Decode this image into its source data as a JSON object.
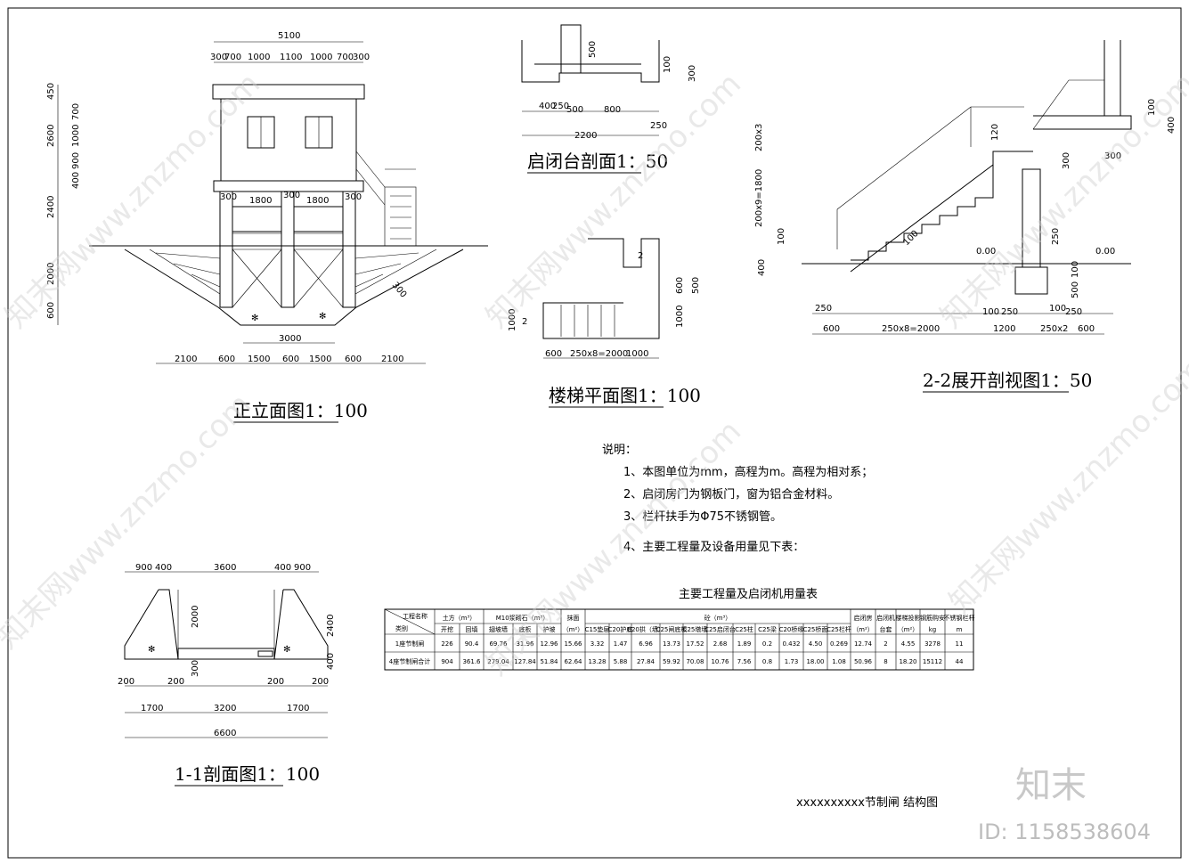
{
  "titles": {
    "front_elevation": "正立面图1：100",
    "hoist_platform_section": "启闭台剖面1：50",
    "stair_plan": "楼梯平面图1：100",
    "section_2_2": "2-2展开剖视图1：50",
    "section_1_1": "1-1剖面图1：100",
    "drawing_title": "xxxxxxxxxx节制闸 结构图"
  },
  "front_elevation_dims": {
    "top_total": "5100",
    "top_parts": [
      "300",
      "700",
      "1000",
      "1100",
      "1000",
      "700",
      "300"
    ],
    "left_vertical": [
      "450",
      "700",
      "1000",
      "2600",
      "900",
      "400",
      "2400",
      "2000",
      "600"
    ],
    "inner": [
      "300",
      "1800",
      "300",
      "1800",
      "300"
    ],
    "slope_label": "300",
    "base_width": "3000",
    "bottom_parts": [
      "2100",
      "600",
      "1500",
      "600",
      "1500",
      "600",
      "2100"
    ]
  },
  "hoist_platform_dims": {
    "vertical": [
      "500",
      "100",
      "300"
    ],
    "horizontal": [
      "400",
      "250",
      "500",
      "800"
    ],
    "total": "2200",
    "side": "250"
  },
  "stair_plan_dims": {
    "right": [
      "600",
      "500",
      "1000"
    ],
    "left": "1000",
    "bottom": [
      "600",
      "250x8=2000",
      "1000"
    ],
    "marks": [
      "2",
      "2"
    ]
  },
  "section_2_2_dims": {
    "left": [
      "200x3",
      "200x9=1800",
      "100",
      "400"
    ],
    "top_right": [
      "100",
      "400",
      "300",
      "300"
    ],
    "mid": [
      "120",
      "250",
      "100",
      "100",
      "500"
    ],
    "elevations": [
      "0.00",
      "0.00"
    ],
    "bottom_top": [
      "250",
      "100",
      "250",
      "100",
      "250"
    ],
    "bottom": [
      "600",
      "250x8=2000",
      "1200",
      "250x2",
      "600"
    ]
  },
  "section_1_1_dims": {
    "top": [
      "900",
      "400",
      "3600",
      "400",
      "900"
    ],
    "vertical": [
      "2000",
      "2400",
      "300",
      "400"
    ],
    "lower": [
      "200",
      "200",
      "200",
      "200"
    ],
    "bottom_parts": [
      "1700",
      "3200",
      "1700"
    ],
    "total": "6600"
  },
  "notes": {
    "heading": "说明：",
    "items": [
      "1、本图单位为mm，高程为m。高程为相对系；",
      "2、启闭房门为钢板门，窗为铝合金材料。",
      "3、栏杆扶手为Φ75不锈钢管。",
      "4、主要工程量及设备用量见下表："
    ]
  },
  "table": {
    "title": "主要工程量及启闭机用量表",
    "corner_top": "工程名称",
    "corner_bottom": "类别",
    "groups": [
      {
        "label": "土方（m³）"
      },
      {
        "label": "M10浆砌石（m³）"
      },
      {
        "label": "抹面"
      },
      {
        "label": "砼（m³）"
      },
      {
        "label": "启闭房"
      },
      {
        "label": "启闭机"
      },
      {
        "label": "楼梯投影"
      },
      {
        "label": "钢筋购安"
      },
      {
        "label": "不锈钢栏杆"
      }
    ],
    "subheaders": [
      "开挖",
      "回填",
      "翅坡墙",
      "底板",
      "护坡",
      "（m²）",
      "C15垫层",
      "C20护底",
      "C20拱（墙）",
      "C25闸底板",
      "C25墩墙",
      "C25启闭台",
      "C25柱",
      "C25梁",
      "C20桥缘",
      "C25桥面",
      "C25栏杆",
      "（m²）",
      "台套",
      "（m²）",
      "kg",
      "m"
    ],
    "rows": [
      {
        "label": "1座节制闸",
        "values": [
          "226",
          "90.4",
          "69.76",
          "31.96",
          "12.96",
          "15.66",
          "3.32",
          "1.47",
          "6.96",
          "13.73",
          "17.52",
          "2.68",
          "1.89",
          "0.2",
          "0.432",
          "4.50",
          "0.269",
          "12.74",
          "2",
          "4.55",
          "3278",
          "11"
        ]
      },
      {
        "label": "4座节制闸合计",
        "values": [
          "904",
          "361.6",
          "279.04",
          "127.84",
          "51.84",
          "62.64",
          "13.28",
          "5.88",
          "27.84",
          "59.92",
          "70.08",
          "10.76",
          "7.56",
          "0.8",
          "1.73",
          "18.00",
          "1.08",
          "50.96",
          "8",
          "18.20",
          "15112",
          "44"
        ]
      }
    ]
  },
  "watermark": {
    "text": "知末网www.znzmo.com",
    "brand": "知末",
    "id": "ID: 1158538604"
  }
}
